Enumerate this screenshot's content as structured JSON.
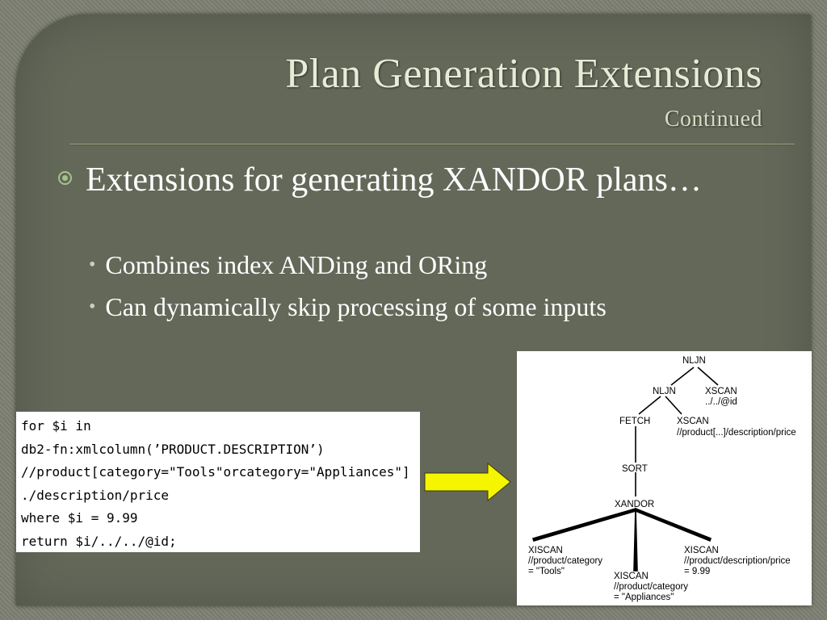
{
  "slide": {
    "title": "Plan Generation Extensions",
    "subtitle": "Continued",
    "bullet": "Extensions for generating XANDOR plans…",
    "subbullets": [
      "Combines index ANDing and ORing",
      "Can dynamically skip processing of some inputs"
    ]
  },
  "code": {
    "lines": [
      "for $i in",
      "db2-fn:xmlcolumn(’PRODUCT.DESCRIPTION’)",
      "//product[category=\"Tools\"orcategory=\"Appliances\"]",
      "./description/price",
      "where $i = 9.99",
      "return $i/../../@id;"
    ]
  },
  "arrow": {
    "color": "#f5f500"
  },
  "plan": {
    "nljn_top": "NLJN",
    "nljn_inner": "NLJN",
    "xscan_top": "XSCAN",
    "xscan_top_path": "../../@id",
    "fetch": "FETCH",
    "xscan_mid": "XSCAN",
    "xscan_mid_path": "//product[...]/description/price",
    "sort": "SORT",
    "xandor": "XANDOR",
    "xiscan1": "XISCAN",
    "xiscan1_path": "//product/category",
    "xiscan1_value": "= \"Tools\"",
    "xiscan2": "XISCAN",
    "xiscan2_path": "//product/category",
    "xiscan2_value": "= \"Appliances\"",
    "xiscan3": "XISCAN",
    "xiscan3_path": "//product/description/price",
    "xiscan3_value": "= 9.99"
  }
}
